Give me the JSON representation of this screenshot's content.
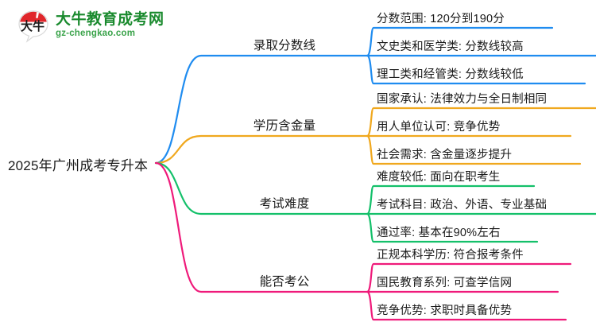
{
  "logo": {
    "name": "daniu-education-logo",
    "title": "大牛教育成考网",
    "subtitle": "gz-chengkao.com",
    "mark_glyph": "大牛",
    "title_color": "#1a8a2e",
    "subtitle_color": "#3aa34a",
    "mark_color": "#e0262b"
  },
  "mindmap": {
    "root": {
      "label": "2025年广州成考专升本"
    },
    "branches": [
      {
        "label": "录取分数线",
        "color": "#1f8cf0",
        "leaves": [
          {
            "label": "分数范围: 120分到190分"
          },
          {
            "label": "文史类和医学类: 分数线较高"
          },
          {
            "label": "理工类和经管类: 分数线较低"
          }
        ]
      },
      {
        "label": "学历含金量",
        "color": "#f0a81e",
        "leaves": [
          {
            "label": "国家承认: 法律效力与全日制相同"
          },
          {
            "label": "用人单位认可: 竞争优势"
          },
          {
            "label": "社会需求: 含金量逐步提升"
          }
        ]
      },
      {
        "label": "考试难度",
        "color": "#14c06a",
        "leaves": [
          {
            "label": "难度较低: 面向在职考生"
          },
          {
            "label": "考试科目: 政治、外语、专业基础"
          },
          {
            "label": "通过率: 基本在90%左右"
          }
        ]
      },
      {
        "label": "能否考公",
        "color": "#ef1a7a",
        "leaves": [
          {
            "label": "正规本科学历: 符合报考条件"
          },
          {
            "label": "国民教育系列: 可查学信网"
          },
          {
            "label": "竞争优势: 求职时具备优势"
          }
        ]
      }
    ]
  },
  "chart_data": {
    "type": "diagram",
    "title": "2025年广州成考专升本",
    "structure": "mindmap",
    "nodes": [
      {
        "id": "root",
        "label": "2025年广州成考专升本",
        "level": 0,
        "children": [
          "b1",
          "b2",
          "b3",
          "b4"
        ]
      },
      {
        "id": "b1",
        "label": "录取分数线",
        "level": 1,
        "color": "#1f8cf0",
        "children": [
          "b1l1",
          "b1l2",
          "b1l3"
        ]
      },
      {
        "id": "b1l1",
        "label": "分数范围: 120分到190分",
        "level": 2
      },
      {
        "id": "b1l2",
        "label": "文史类和医学类: 分数线较高",
        "level": 2
      },
      {
        "id": "b1l3",
        "label": "理工类和经管类: 分数线较低",
        "level": 2
      },
      {
        "id": "b2",
        "label": "学历含金量",
        "level": 1,
        "color": "#f0a81e",
        "children": [
          "b2l1",
          "b2l2",
          "b2l3"
        ]
      },
      {
        "id": "b2l1",
        "label": "国家承认: 法律效力与全日制相同",
        "level": 2
      },
      {
        "id": "b2l2",
        "label": "用人单位认可: 竞争优势",
        "level": 2
      },
      {
        "id": "b2l3",
        "label": "社会需求: 含金量逐步提升",
        "level": 2
      },
      {
        "id": "b3",
        "label": "考试难度",
        "level": 1,
        "color": "#14c06a",
        "children": [
          "b3l1",
          "b3l2",
          "b3l3"
        ]
      },
      {
        "id": "b3l1",
        "label": "难度较低: 面向在职考生",
        "level": 2
      },
      {
        "id": "b3l2",
        "label": "考试科目: 政治、外语、专业基础",
        "level": 2
      },
      {
        "id": "b3l3",
        "label": "通过率: 基本在90%左右",
        "level": 2
      },
      {
        "id": "b4",
        "label": "能否考公",
        "level": 1,
        "color": "#ef1a7a",
        "children": [
          "b4l1",
          "b4l2",
          "b4l3"
        ]
      },
      {
        "id": "b4l1",
        "label": "正规本科学历: 符合报考条件",
        "level": 2
      },
      {
        "id": "b4l2",
        "label": "国民教育系列: 可查学信网",
        "level": 2
      },
      {
        "id": "b4l3",
        "label": "竞争优势: 求职时具备优势",
        "level": 2
      }
    ]
  }
}
